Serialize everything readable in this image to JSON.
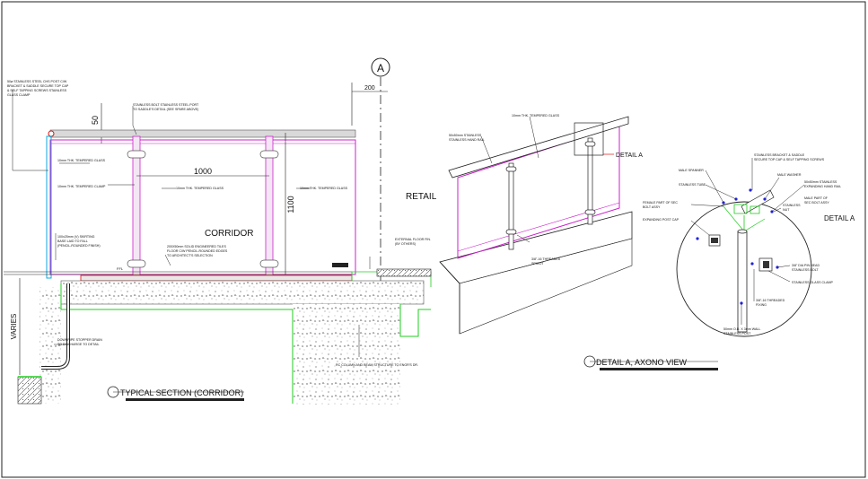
{
  "grid_bubble": "A",
  "dimensions": {
    "d50": "50",
    "d200": "200",
    "d1000": "1000",
    "d1100": "1100"
  },
  "labels": {
    "retail": "RETAIL",
    "corridor": "CORRIDOR",
    "varies": "VARIES",
    "detail_a": "DETAIL A",
    "detail_a_2": "DETAIL A",
    "ffl": "FFL"
  },
  "titles": {
    "section": "TYPICAL SECTION (CORRIDOR)",
    "axono": "DETAIL A, AXONO VIEW"
  },
  "notes": {
    "n1": "50ø STAINLESS STEEL CHS POST C/W",
    "n2": "BRACKET & SADDLE SECURE TOP CAP",
    "n3": "& SELF TAPPING SCREWS STAINLESS",
    "n4": "GLASS CLAMP",
    "n5": "STAINLESS BOLT STAINLESS STEEL PORT",
    "n6": "TO SADDLE'S DETAIL (SEE SPARE ABOVE)",
    "n7": "10mm THK. TEMPERED GLASS",
    "n8": "10mm THK. TEMPERED CLAMP",
    "n9": "10mm THK. TEMPERED GLASS",
    "n10": "10mm THK. TEMPERED GLASS",
    "n11": "200X50mm SOLID ENGINEERED TILES",
    "n12": "FLOOR C/W PENCIL-ROUNDED EDGES",
    "n13": "TO ARCHITECT'S SELECTION",
    "n14": "100x25mm (V) SKIRTING",
    "n15": "BASE LAID TO FALL",
    "n16": "(PENCIL-ROUNDED FINISH)",
    "n17": "DOWNPIPE STOPPER DRAIN",
    "n18": "TO DISCHARGE TO DETAIL",
    "n19": "EXTERNAL FLOOR FIN.",
    "n20": "(BY OTHERS)",
    "n21": "RC COLUMN AND BEAM STRUCTURE TO ENGR'S DR.",
    "n22": "10mm THK. TEMPERED GLASS",
    "n23": "50x50mm STAINLESS",
    "n24": "STAINLESS HAND RAIL",
    "n25": "3/8\"-16 THREADED",
    "n26": "SPIGOT",
    "n27": "MALE SPANNER",
    "n28": "STAINLESS TUBE",
    "n29": "FEMALE PART OF SEC",
    "n30": "BOLT ASSY",
    "n31": "EXPANDING POST CAP",
    "n32": "STAINLESS BRACKET & SADDLE",
    "n33": "SECURE TOP CAP & SELF TAPPING SCREWS",
    "n34": "MALE WASHER",
    "n35": "50x50mm STAINLESS",
    "n36": "EXPANDING HAND RAIL",
    "n37": "STAINLESS",
    "n38": "NUT",
    "n39": "MALE PART OF",
    "n40": "SEC BOLT ASSY",
    "n41": "3/8\" DIA PIN HEAD",
    "n42": "STAINLESS BOLT",
    "n43": "STAINLESS GLASS CLAMP",
    "n44": "3/8\"-16 THREADED",
    "n45": "FIXING",
    "n46": "50mm O.D. X 3mm WALL",
    "n47": "STAINLESS POST"
  },
  "colors": {
    "glass": "#cc22cc",
    "railing_fill": "#d9d9d9",
    "slab_edge": "#22cc22",
    "red": "#dd1111",
    "cyan": "#11aadd",
    "blue": "#2222dd"
  }
}
